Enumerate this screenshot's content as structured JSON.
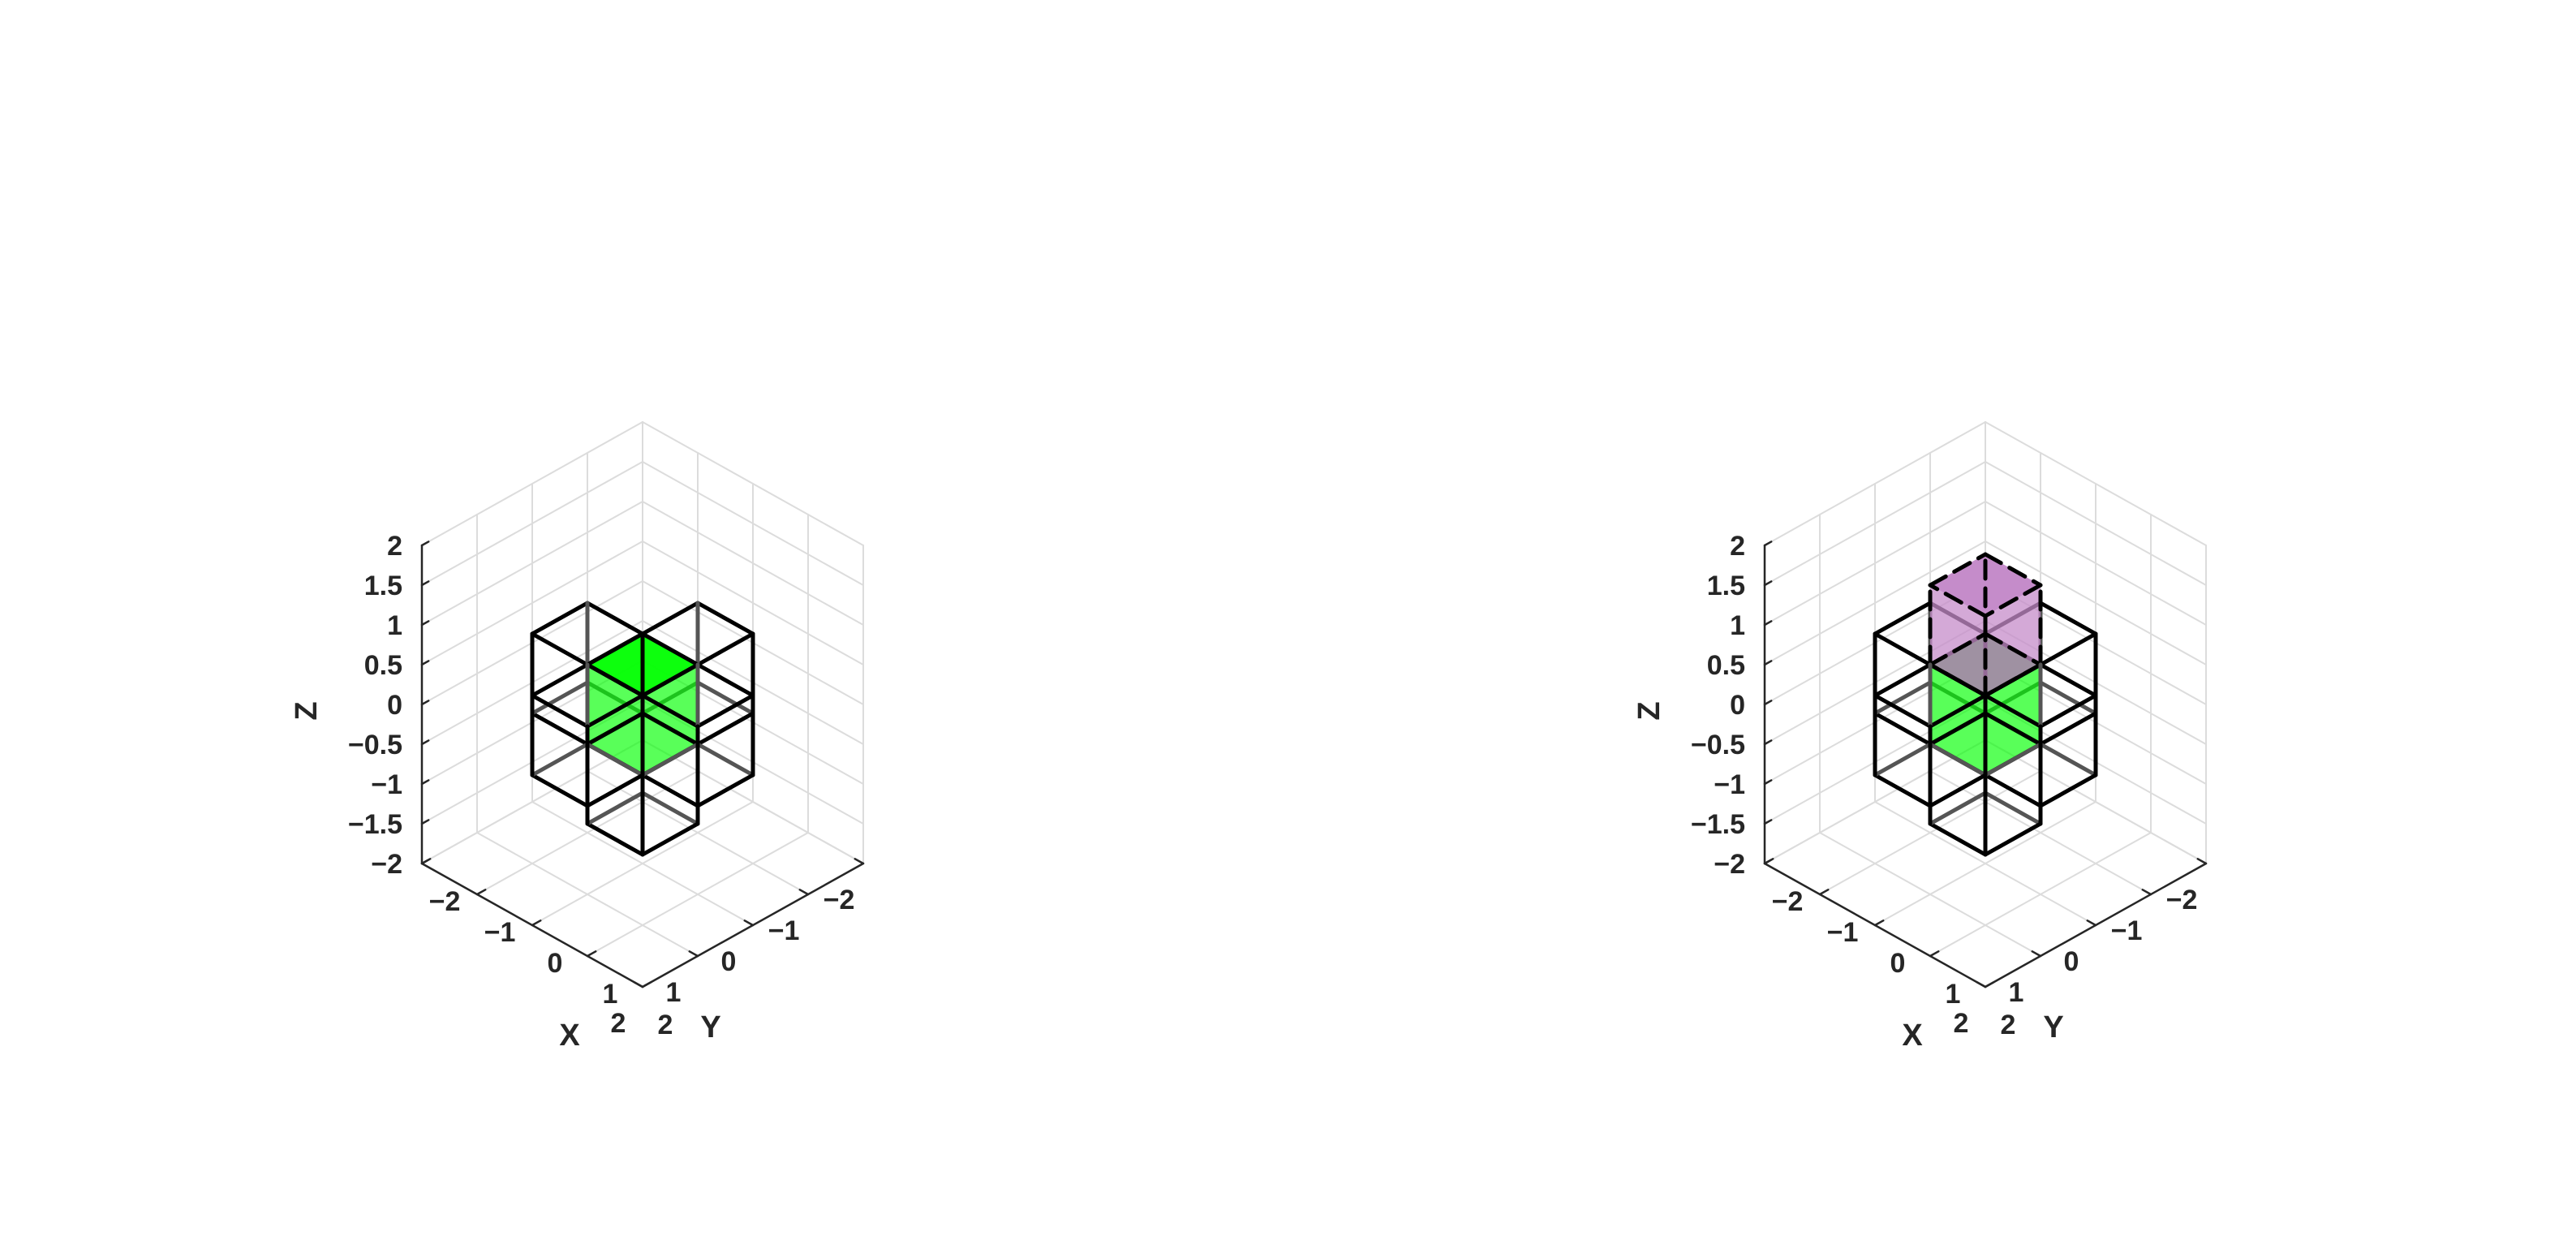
{
  "figure": {
    "background": "#ffffff",
    "panels": [
      {
        "id": "left",
        "axes": {
          "x": {
            "label": "X",
            "ticks": [
              -2,
              -1,
              0,
              1,
              2
            ],
            "tick_labels": [
              "−2",
              "−1",
              "0",
              "1",
              "2"
            ],
            "range": [
              -2,
              2
            ]
          },
          "y": {
            "label": "Y",
            "ticks": [
              -2,
              -1,
              0,
              1,
              2
            ],
            "tick_labels": [
              "−2",
              "−1",
              "0",
              "1",
              "2"
            ],
            "range": [
              -2,
              2
            ]
          },
          "z": {
            "label": "Z",
            "ticks": [
              -2,
              -1.5,
              -1,
              -0.5,
              0,
              0.5,
              1,
              1.5,
              2
            ],
            "tick_labels": [
              "−2",
              "−1.5",
              "−1",
              "−0.5",
              "0",
              "0.5",
              "1",
              "1.5",
              "2"
            ],
            "range": [
              -2,
              2
            ]
          },
          "grid": true
        },
        "cubes": [
          {
            "role": "center",
            "center": [
              0,
              0,
              0
            ],
            "fill": "#00ff00",
            "style": "solid-green"
          },
          {
            "role": "neighbor",
            "center": [
              1,
              0,
              0
            ],
            "fill": "none"
          },
          {
            "role": "neighbor",
            "center": [
              -1,
              0,
              0
            ],
            "fill": "none"
          },
          {
            "role": "neighbor",
            "center": [
              0,
              1,
              0
            ],
            "fill": "none"
          },
          {
            "role": "neighbor",
            "center": [
              0,
              -1,
              0
            ],
            "fill": "none"
          },
          {
            "role": "neighbor",
            "center": [
              0,
              0,
              -1
            ],
            "fill": "none"
          }
        ]
      },
      {
        "id": "right",
        "axes": {
          "x": {
            "label": "X",
            "ticks": [
              -2,
              -1,
              0,
              1,
              2
            ],
            "tick_labels": [
              "−2",
              "−1",
              "0",
              "1",
              "2"
            ],
            "range": [
              -2,
              2
            ]
          },
          "y": {
            "label": "Y",
            "ticks": [
              -2,
              -1,
              0,
              1,
              2
            ],
            "tick_labels": [
              "−2",
              "−1",
              "0",
              "1",
              "2"
            ],
            "range": [
              -2,
              2
            ]
          },
          "z": {
            "label": "Z",
            "ticks": [
              -2,
              -1.5,
              -1,
              -0.5,
              0,
              0.5,
              1,
              1.5,
              2
            ],
            "tick_labels": [
              "−2",
              "−1.5",
              "−1",
              "−0.5",
              "0",
              "0.5",
              "1",
              "1.5",
              "2"
            ],
            "range": [
              -2,
              2
            ]
          },
          "grid": true
        },
        "cubes": [
          {
            "role": "center",
            "center": [
              0,
              0,
              0
            ],
            "fill": "#00ff00",
            "top_fill": "#2ea12e",
            "style": "solid-green-dark-top"
          },
          {
            "role": "neighbor",
            "center": [
              1,
              0,
              0
            ],
            "fill": "none"
          },
          {
            "role": "neighbor",
            "center": [
              -1,
              0,
              0
            ],
            "fill": "none"
          },
          {
            "role": "neighbor",
            "center": [
              0,
              1,
              0
            ],
            "fill": "none"
          },
          {
            "role": "neighbor",
            "center": [
              0,
              -1,
              0
            ],
            "fill": "none"
          },
          {
            "role": "neighbor",
            "center": [
              0,
              0,
              -1
            ],
            "fill": "none"
          },
          {
            "role": "candidate",
            "center": [
              0,
              0,
              1
            ],
            "fill": "#c58cca",
            "edge": "dashed"
          }
        ]
      }
    ],
    "colors": {
      "grid": "#dcdcdc",
      "axis": "#262626",
      "cube_edge": "#000000",
      "green": "#00ff00",
      "green_dark": "#2ea12e",
      "purple": "#c58cca"
    }
  }
}
